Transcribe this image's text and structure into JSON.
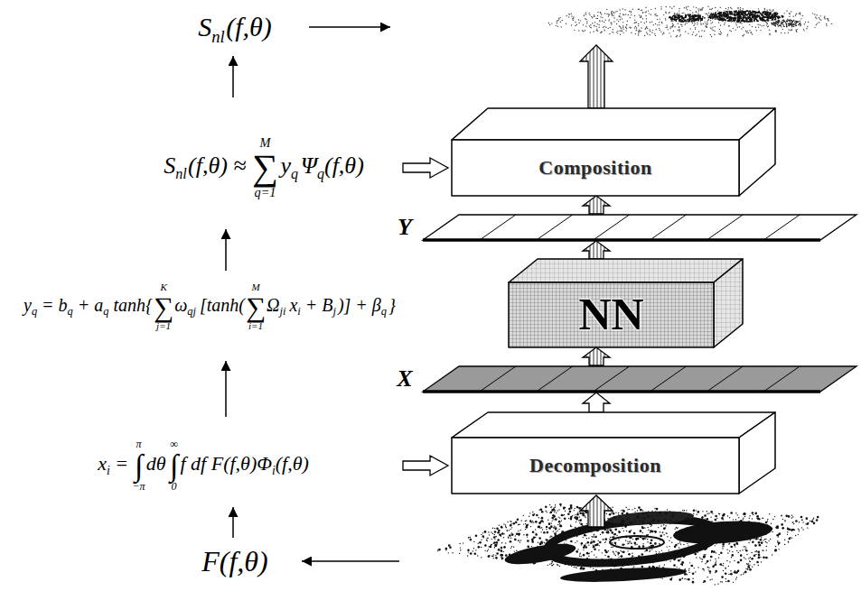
{
  "diagram": {
    "nodes": [
      {
        "text": [
          "Composition"
        ]
      },
      {
        "text": [
          "Y"
        ]
      },
      {
        "text": [
          "NN"
        ]
      },
      {
        "text": [
          "X"
        ]
      },
      {
        "text": [
          "Decomposition"
        ]
      }
    ],
    "edges": [
      {
        "from": 1,
        "to": 0,
        "arrow": "to"
      },
      {
        "from": 2,
        "to": 1,
        "arrow": "to"
      },
      {
        "from": 3,
        "to": 2,
        "arrow": "to"
      },
      {
        "from": 4,
        "to": 3,
        "arrow": "to"
      }
    ],
    "labels": [
      "S",
      "nl",
      "(f,θ)",
      "S",
      "nl",
      "(f,θ) ≈",
      "M",
      "∑",
      "q=1",
      "y",
      "q",
      "Ψ",
      "q",
      "(f,θ)",
      "y",
      "q",
      "= b",
      "q",
      "+ a",
      "q",
      "tanh{",
      "K",
      "∑",
      "j=1",
      "ω",
      "qj",
      "[tanh(",
      "M",
      "∑",
      "i=1",
      "Ω",
      "ji",
      "x",
      "i",
      "+ B",
      "j",
      ")] + β",
      "q",
      "}",
      "x",
      "i",
      "=",
      "π",
      "∫",
      "−π",
      "dθ",
      "∞",
      "∫",
      "0",
      "f df F(f,θ)Φ",
      "i",
      "(f,θ)",
      "F(f,θ)"
    ]
  }
}
